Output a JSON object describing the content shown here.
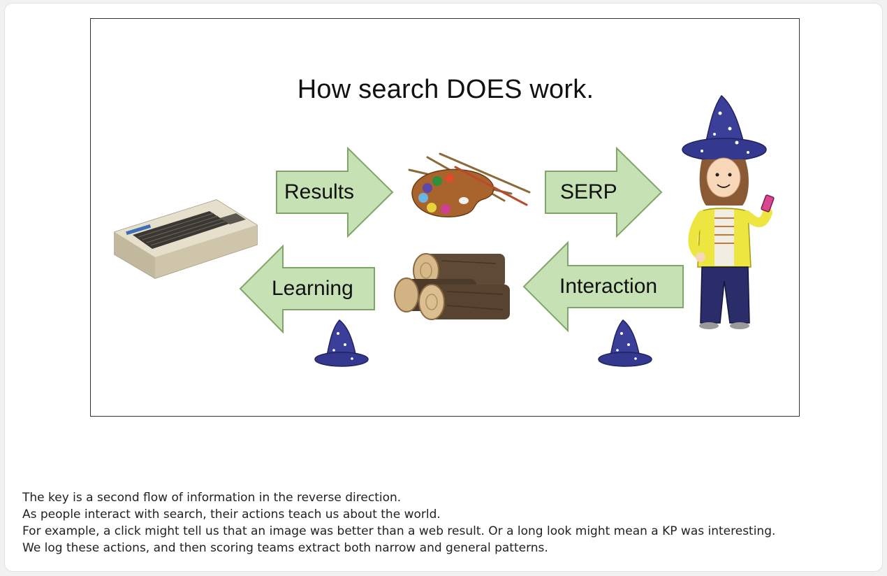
{
  "slide": {
    "title": "How search DOES work.",
    "arrows": {
      "results": "Results",
      "serp": "SERP",
      "interaction": "Interaction",
      "learning": "Learning"
    }
  },
  "notes": [
    "The key is a second flow of information in the reverse direction.",
    "As people interact with search, their actions teach us about the world.",
    "For example, a click might tell us that an image was better than a web result.  Or a long look might mean a KP was interesting.",
    "We log these actions, and then scoring teams extract both narrow and general patterns."
  ],
  "colors": {
    "arrow_fill": "#c6e2b4",
    "arrow_stroke": "#7fa56a",
    "hat": "#3b3f9a"
  },
  "icons": [
    "computer-keyboard-icon",
    "paint-palette-icon",
    "wood-logs-icon",
    "wizard-girl-icon",
    "wizard-hat-icon"
  ]
}
